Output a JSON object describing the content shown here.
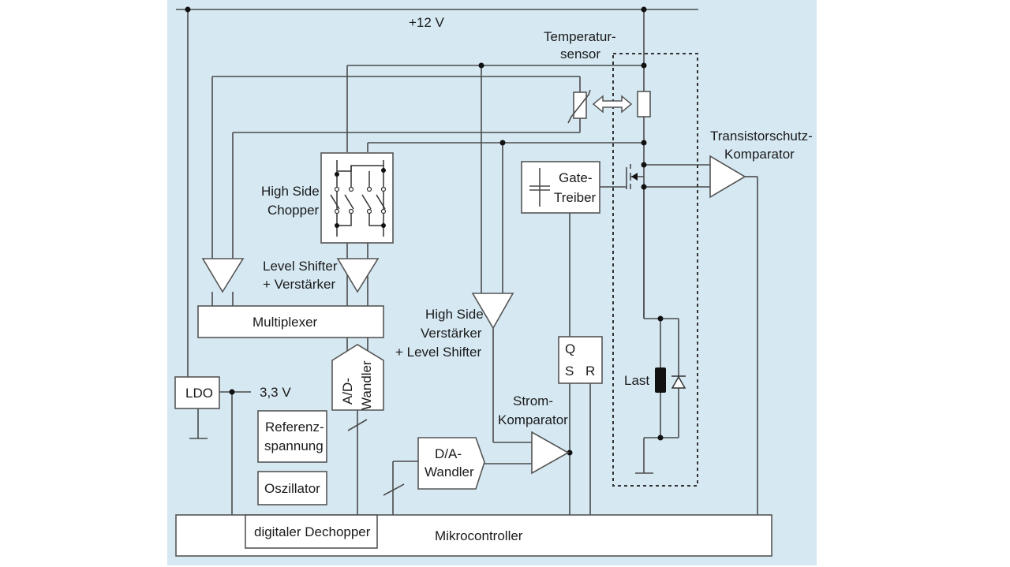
{
  "diagram": {
    "type": "block-circuit-diagram",
    "supply": {
      "label": "+12 V"
    },
    "ldo": {
      "label": "LDO",
      "output_label": "3,3 V"
    },
    "temperature_sensor": {
      "line1": "Temperatur-",
      "line2": "sensor"
    },
    "high_side_chopper": {
      "line1": "High Side",
      "line2": "Chopper"
    },
    "level_shifter": {
      "line1": "Level Shifter",
      "line2": "+ Verstärker"
    },
    "multiplexer": {
      "label": "Multiplexer"
    },
    "ad_converter": {
      "line1": "A/D-",
      "line2": "Wandler"
    },
    "reference": {
      "line1": "Referenz-",
      "line2": "spannung"
    },
    "oscillator": {
      "label": "Oszillator"
    },
    "dechopper": {
      "label": "digitaler Dechopper"
    },
    "microcontroller": {
      "label": "Mikrocontroller"
    },
    "high_side_amp": {
      "line1": "High Side",
      "line2": "Verstärker",
      "line3": "+ Level Shifter"
    },
    "da_converter": {
      "line1": "D/A-",
      "line2": "Wandler"
    },
    "current_comparator": {
      "line1": "Strom-",
      "line2": "Komparator"
    },
    "flipflop": {
      "q": "Q",
      "s": "S",
      "r": "R"
    },
    "gate_driver": {
      "line1": "Gate-",
      "line2": "Treiber"
    },
    "transistor_comparator": {
      "line1": "Transistorschutz-",
      "line2": "Komparator"
    },
    "load": {
      "label": "Last"
    }
  }
}
